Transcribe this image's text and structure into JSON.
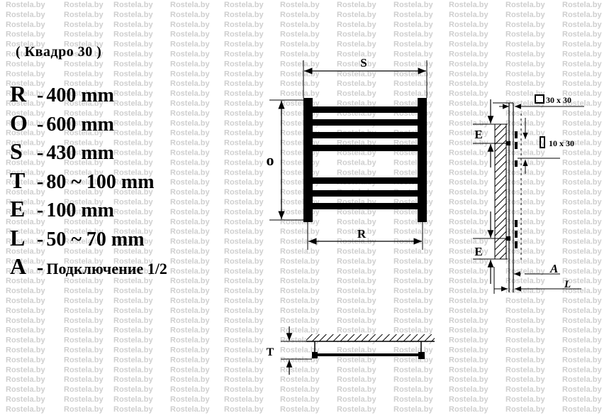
{
  "watermark_text": "Rostela.by",
  "subtitle": "( Квадро  30 )",
  "specs": [
    {
      "letter": "R",
      "dash": "-",
      "value": "400 mm"
    },
    {
      "letter": "O",
      "dash": "-",
      "value": "600  mm"
    },
    {
      "letter": "S",
      "dash": "-",
      "value": "430 mm"
    },
    {
      "letter": "T",
      "dash": "-",
      "value": "80 ~ 100 mm"
    },
    {
      "letter": "E",
      "dash": "-",
      "value": "100 mm"
    },
    {
      "letter": "L",
      "dash": "-",
      "value": "50 ~ 70 mm"
    },
    {
      "letter": "A",
      "dash": "-",
      "value": "Подключение 1/2"
    }
  ],
  "labels": {
    "s": "S",
    "o": "o",
    "r": "R",
    "e_top": "E",
    "e_bottom": "E",
    "a": "A",
    "l": "L",
    "t": "T",
    "profile_30": "30 x 30",
    "profile_10": "10 x 30"
  }
}
